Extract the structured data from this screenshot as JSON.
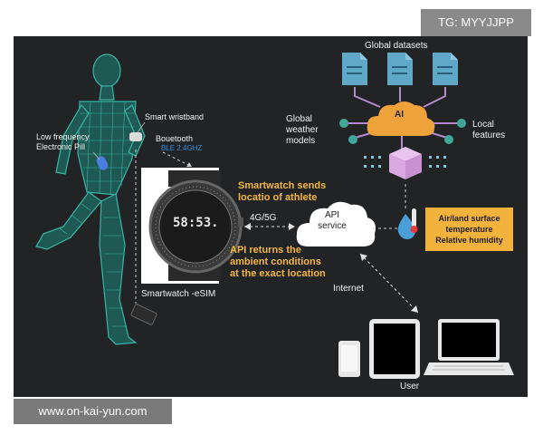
{
  "watermark_top": "TG: MYYJJPP",
  "watermark_bottom": "www.on-kai-yun.com",
  "labels": {
    "global_datasets": "Global datasets",
    "global_weather_models_1": "Global",
    "global_weather_models_2": "weather",
    "global_weather_models_3": "models",
    "local_features_1": "Local",
    "local_features_2": "features",
    "ai": "AI",
    "smart_wristband": "Smart wristband",
    "low_freq_1": "Low frequency",
    "low_freq_2": "Electronic Pill",
    "bluetooth": "Bouetooth",
    "ble": "BLE 2.4GHZ",
    "smartwatch_sends_1": "Smartwatch sends",
    "smartwatch_sends_2": "locatio of athlete",
    "network": "4G/5G",
    "api_1": "API",
    "api_2": "service",
    "api_returns_1": "API returns the",
    "api_returns_2": "ambient conditions",
    "api_returns_3": "at the exact location",
    "smartwatch_esim": "Smartwatch -eSIM",
    "internet": "Internet",
    "user": "User",
    "air_1": "Air/land surface",
    "air_2": "temperature",
    "air_3": "Relative humidity",
    "watch_time": "58:53."
  },
  "colors": {
    "panel": "#222325",
    "accent_yellow": "#f4b73d",
    "box_yellow": "#f2b23c",
    "doc_blue": "#5fa8c7",
    "node_teal": "#3fa89a",
    "cloud_orange": "#f0a23a",
    "cube_purple": "#d9a8e0",
    "body_teal": "#39c7b5",
    "ble_blue": "#2f8fe0"
  }
}
